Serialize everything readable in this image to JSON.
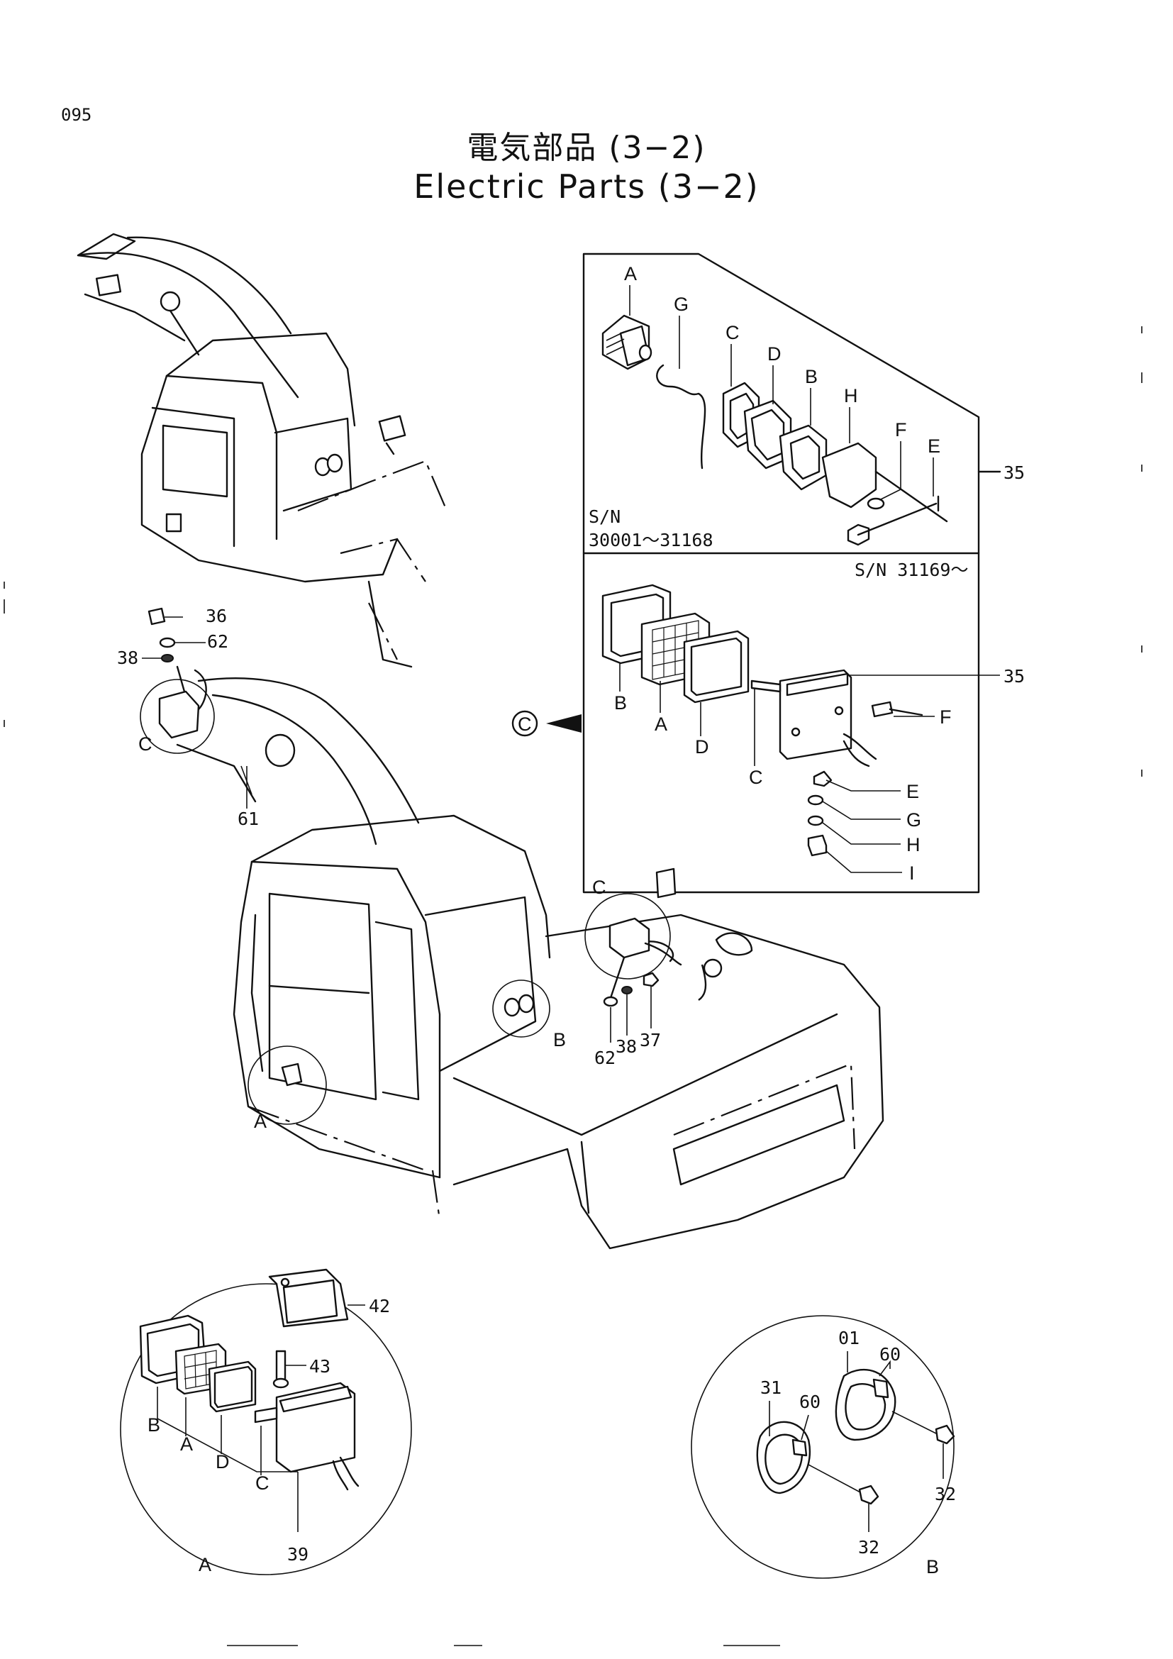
{
  "page_number": "095",
  "title": {
    "japanese": "電気部品 (3−2)",
    "english": "Electric Parts (3−2)"
  },
  "inset_top": {
    "serial_old": "S/N\n30001～31168",
    "serial_old_line1": "S/N",
    "serial_old_line2": "30001～31168",
    "serial_new": "S/N 31169～",
    "upper_labels": [
      "A",
      "G",
      "C",
      "D",
      "B",
      "H",
      "F",
      "E"
    ],
    "lower_labels": [
      "B",
      "A",
      "D",
      "C",
      "F",
      "E",
      "G",
      "H",
      "I"
    ],
    "callout_part": "35",
    "pointer": "C"
  },
  "callouts": {
    "n36": "36",
    "n62": "62",
    "n38": "38",
    "n61": "61",
    "n62b": "62",
    "n38b": "38",
    "n37": "37",
    "n42": "42",
    "n43": "43",
    "n39": "39",
    "n01": "01",
    "n60a": "60",
    "n60b": "60",
    "n31": "31",
    "n32a": "32",
    "n32b": "32"
  },
  "view_labels": {
    "c_small": "C",
    "c_cab": "C",
    "a_cab": "A",
    "b_cab": "B",
    "detail_a": "A",
    "detail_b": "B",
    "detail_a_parts": [
      "B",
      "A",
      "D",
      "C"
    ]
  }
}
